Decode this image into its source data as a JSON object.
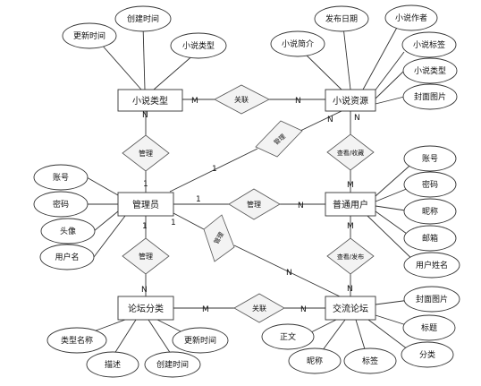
{
  "entities": {
    "novel_category": "小说类型",
    "novel_resource": "小说资源",
    "admin": "管理员",
    "normal_user": "普通用户",
    "forum_category": "论坛分类",
    "forum": "交流论坛"
  },
  "relations": {
    "rel_top": "关联",
    "rel_admin_novel_cat": "管理",
    "rel_admin_resource": "管理",
    "rel_admin_user": "管理",
    "rel_user_resource": "查看/收藏",
    "rel_user_forum": "查看/发布",
    "rel_admin_forum_cat": "管理",
    "rel_admin_forum": "管理",
    "rel_bottom": "关联"
  },
  "attributes": {
    "novel_category": [
      "更新时间",
      "创建时间",
      "小说类型"
    ],
    "novel_resource": [
      "小说简介",
      "发布日期",
      "小说作者",
      "小说标签",
      "小说类型",
      "封面图片"
    ],
    "admin": [
      "账号",
      "密码",
      "头像",
      "用户名"
    ],
    "normal_user": [
      "账号",
      "密码",
      "昵称",
      "邮箱",
      "用户姓名"
    ],
    "forum_category": [
      "类型名称",
      "描述",
      "创建时间",
      "更新时间"
    ],
    "forum": [
      "封面图片",
      "标题",
      "正文",
      "昵称",
      "标签",
      "分类"
    ]
  },
  "cardinalities": {
    "M": "M",
    "N": "N",
    "one": "1"
  }
}
